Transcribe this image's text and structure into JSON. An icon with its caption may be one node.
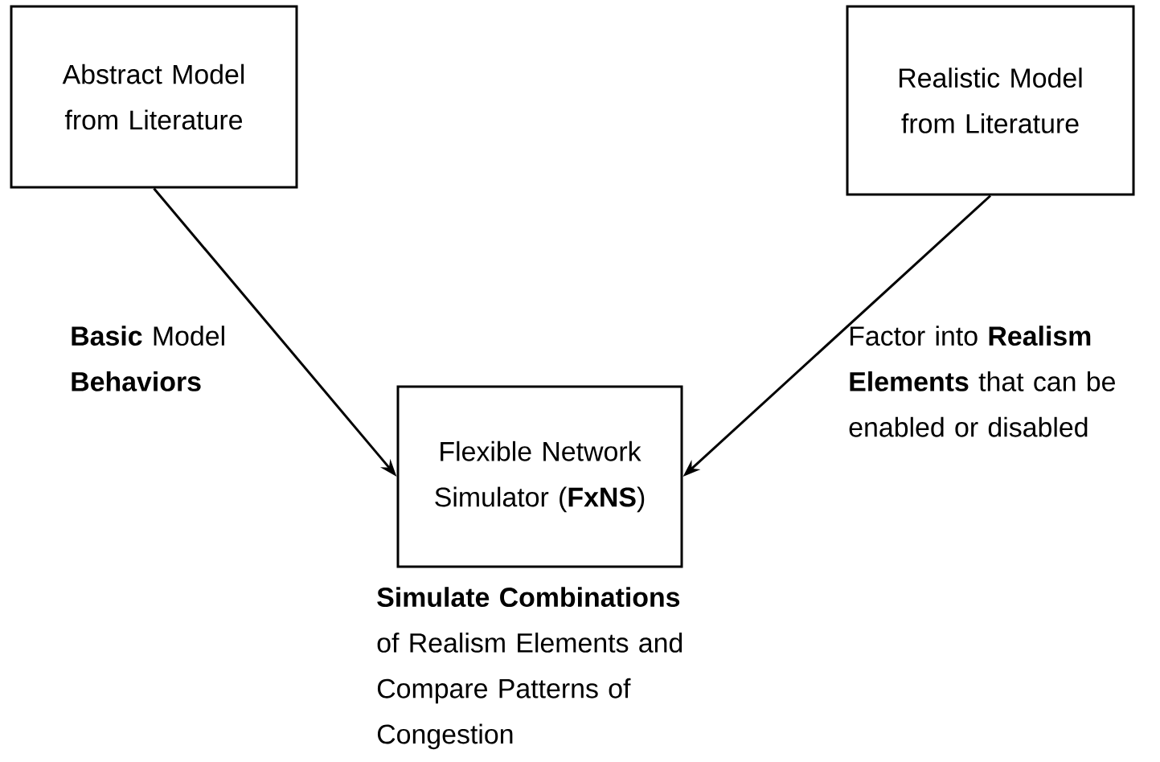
{
  "diagram": {
    "nodes": [
      {
        "text": [
          "Abstract Model from Literature"
        ]
      },
      {
        "text": [
          "Realistic Model from Literature"
        ]
      },
      {
        "text": [
          "Flexible Network Simulator (**FxNS**)"
        ],
        "beside": [
          "**Simulate Combinations** of Realism Elements and Compare Patterns of Congestion"
        ]
      }
    ],
    "edges": [
      {
        "from": 0,
        "to": 2,
        "arrow": "to",
        "label": "**Basic** Model **Behaviors**"
      },
      {
        "from": 1,
        "to": 2,
        "arrow": "to",
        "label": "Factor into **Realism Elements** that can be enabled or disabled"
      }
    ]
  }
}
